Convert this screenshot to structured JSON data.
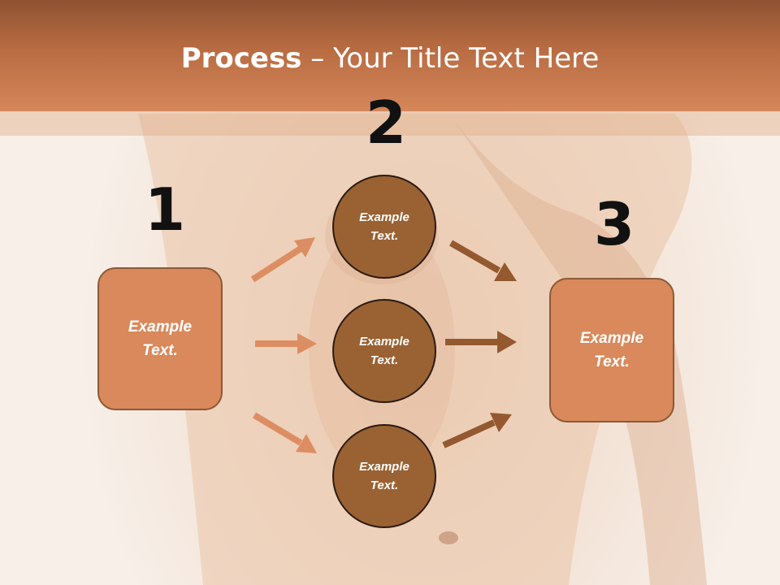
{
  "title": {
    "bold": "Process",
    "rest": " – Your Title Text Here"
  },
  "numbers": {
    "one": "1",
    "two": "2",
    "three": "3"
  },
  "left_box": {
    "text": "Example Text."
  },
  "right_box": {
    "text": "Example Text."
  },
  "circles": [
    {
      "text": "Example Text."
    },
    {
      "text": "Example Text."
    },
    {
      "text": "Example Text."
    }
  ],
  "colors": {
    "header": "#c7774a",
    "box_fill": "#d9895b",
    "circle_fill": "#9a6233",
    "arrow_light": "#dd8d62",
    "arrow_dark": "#94592f"
  }
}
